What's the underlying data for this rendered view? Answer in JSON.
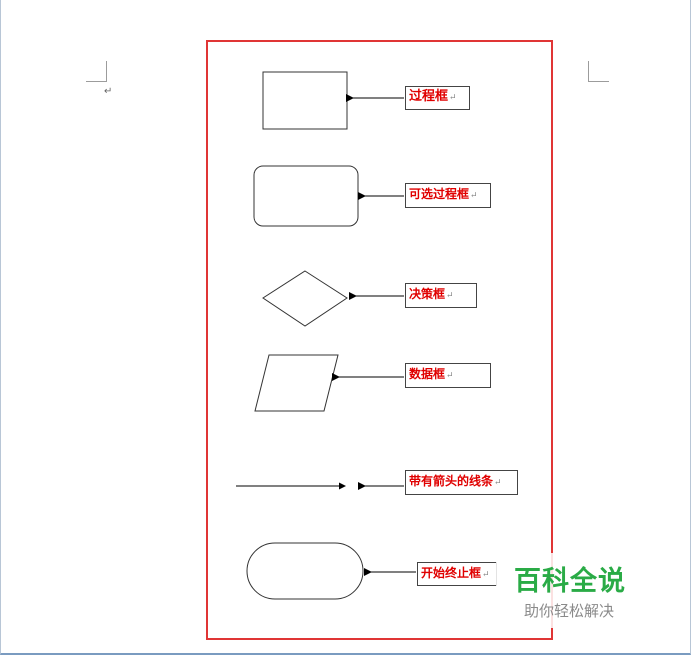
{
  "document": {
    "paragraph_mark": "↵",
    "frame_color": "#e03535",
    "label_text_color": "#e00000"
  },
  "labels": [
    {
      "text": "过程框"
    },
    {
      "text": "可选过程框"
    },
    {
      "text": "决策框"
    },
    {
      "text": "数据框"
    },
    {
      "text": "带有箭头的线条"
    },
    {
      "text": "开始终止框"
    }
  ],
  "watermark": {
    "title": "百科全说",
    "subtitle": "助你轻松解决",
    "color": "#2aab46"
  }
}
